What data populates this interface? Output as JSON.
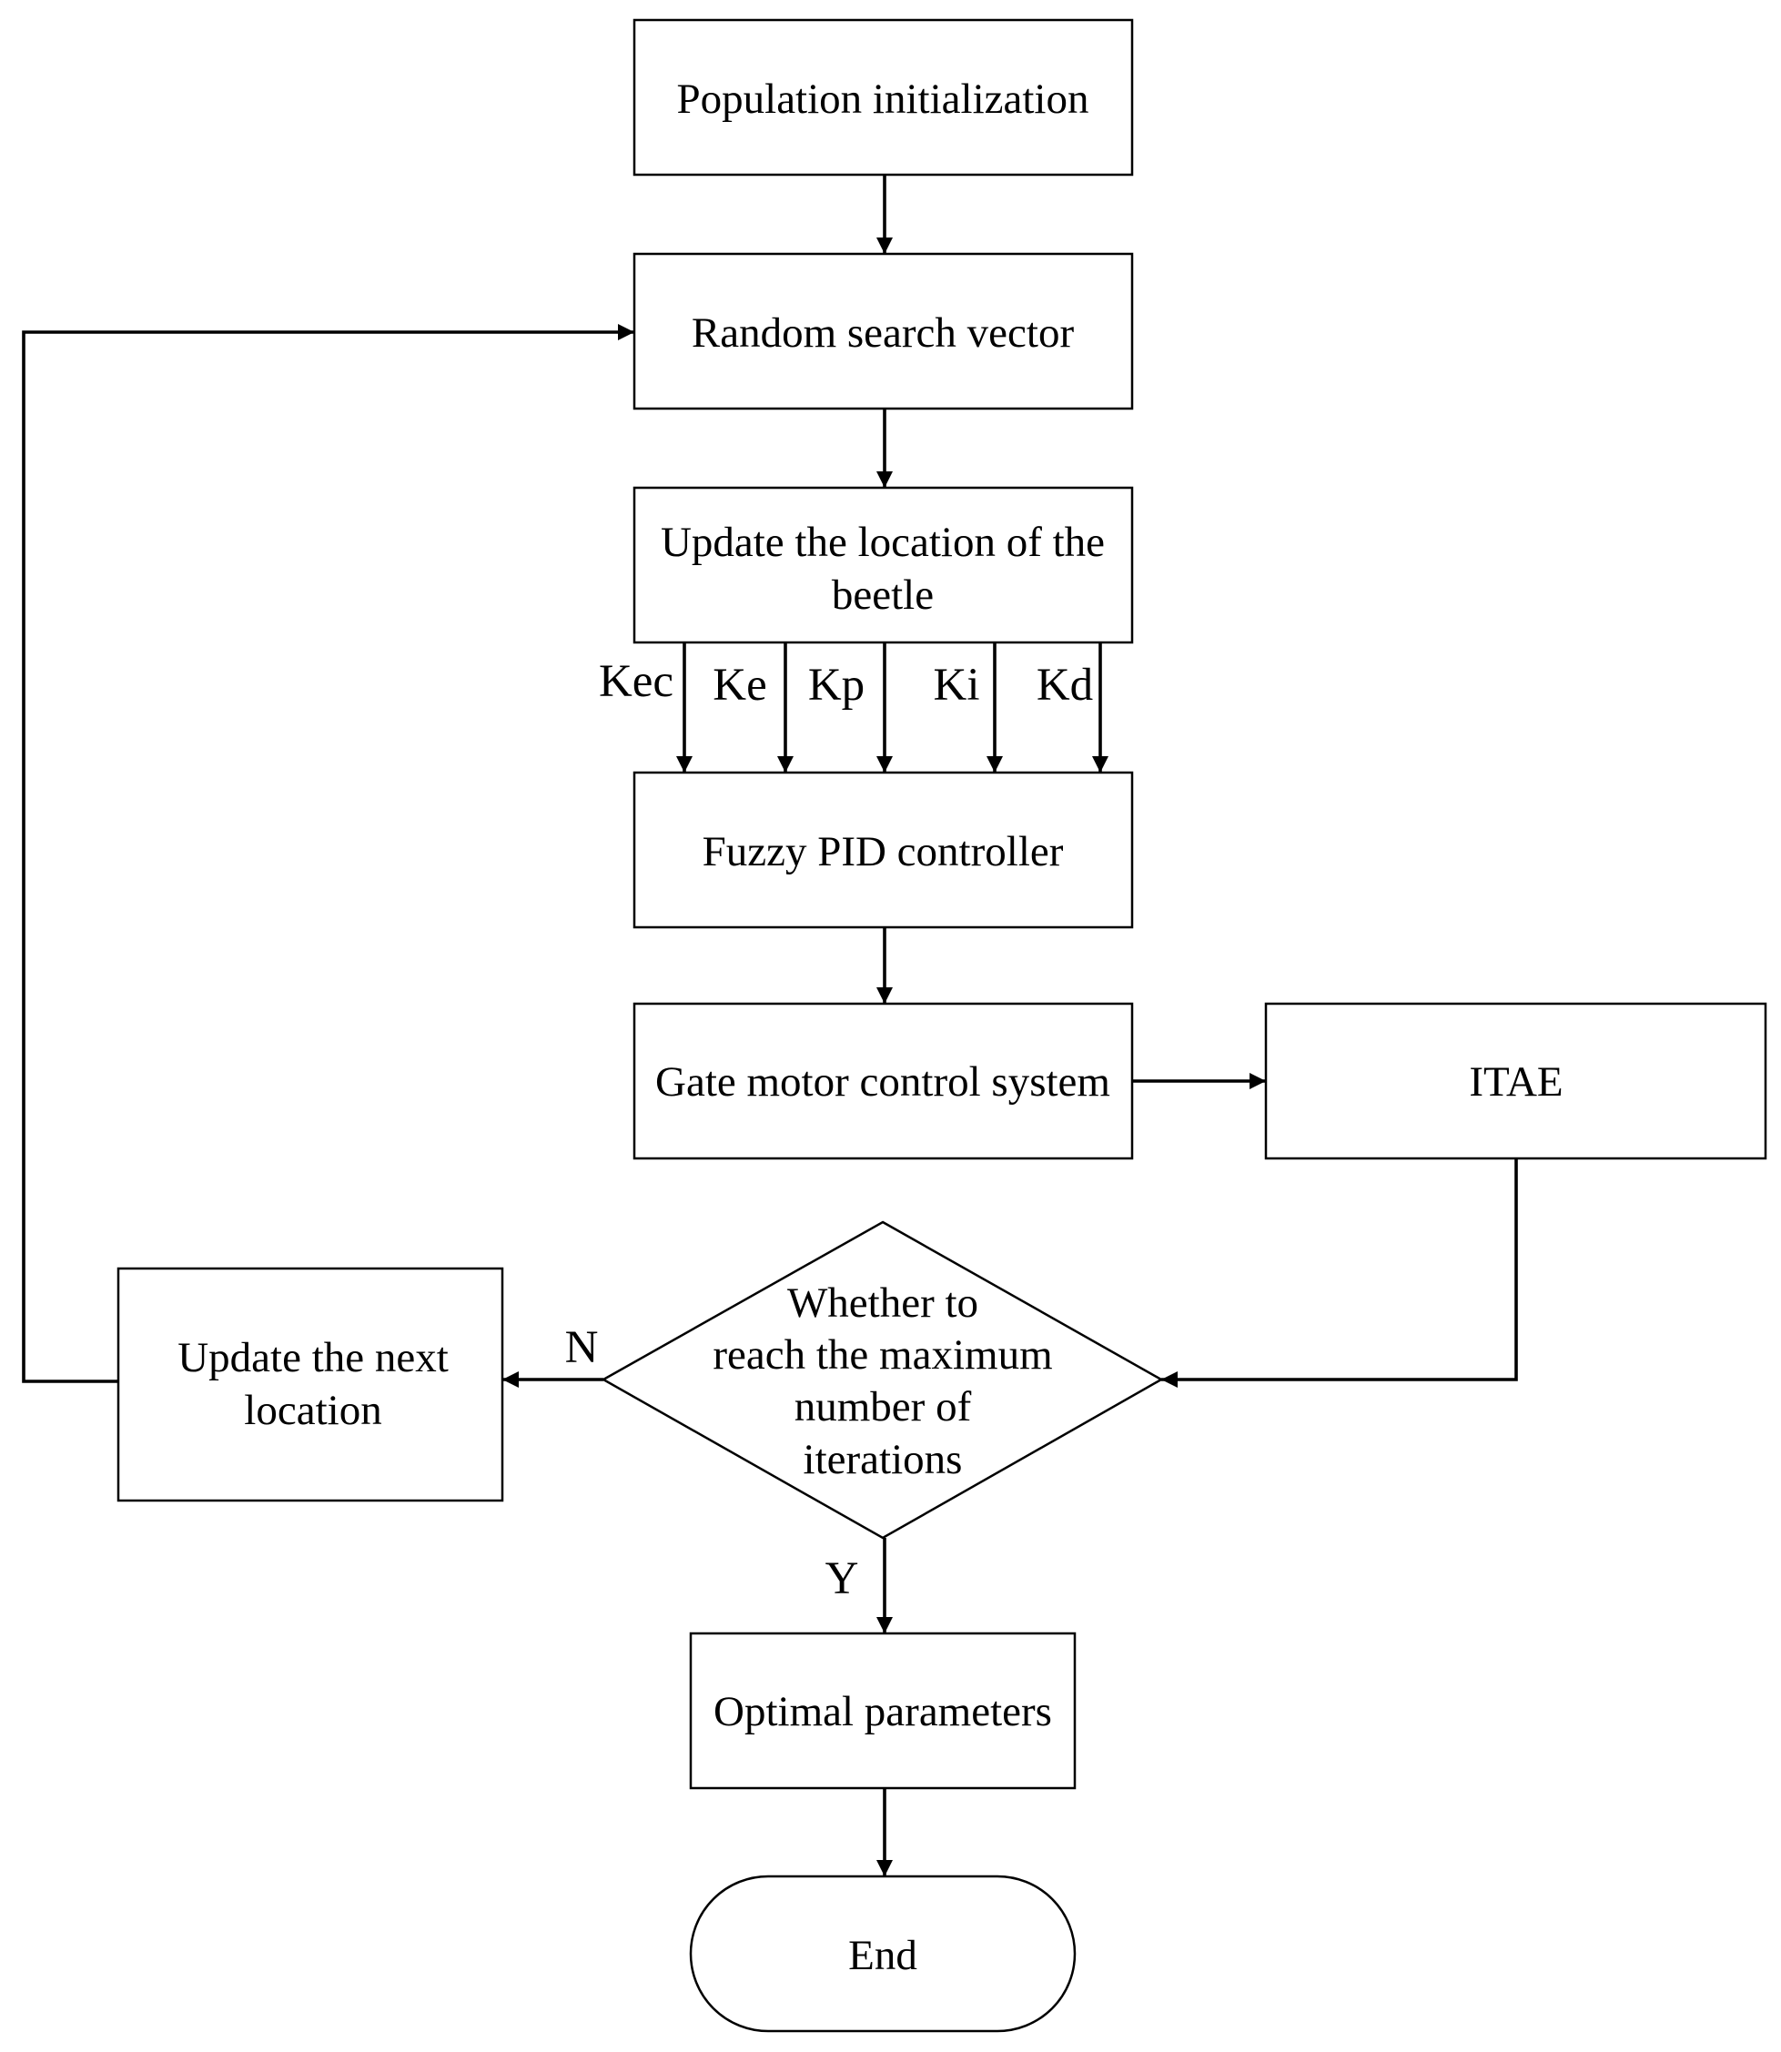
{
  "diagram": {
    "nodes": {
      "population_init": "Population initialization",
      "random_search": "Random search vector",
      "update_location_1": "Update the location of the",
      "update_location_2": "beetle",
      "fuzzy_pid": "Fuzzy PID controller",
      "gate_motor": "Gate motor control system",
      "itae": "ITAE",
      "decision_1": "Whether to",
      "decision_2": "reach the maximum",
      "decision_3": "number of",
      "decision_4": "iterations",
      "update_next_1": "Update the next",
      "update_next_2": "location",
      "optimal": "Optimal parameters",
      "end": "End"
    },
    "parameters": [
      "Kec",
      "Ke",
      "Kp",
      "Ki",
      "Kd"
    ],
    "branch_labels": {
      "no": "N",
      "yes": "Y"
    },
    "colors": {
      "stroke": "#000000",
      "fill": "#ffffff"
    }
  }
}
